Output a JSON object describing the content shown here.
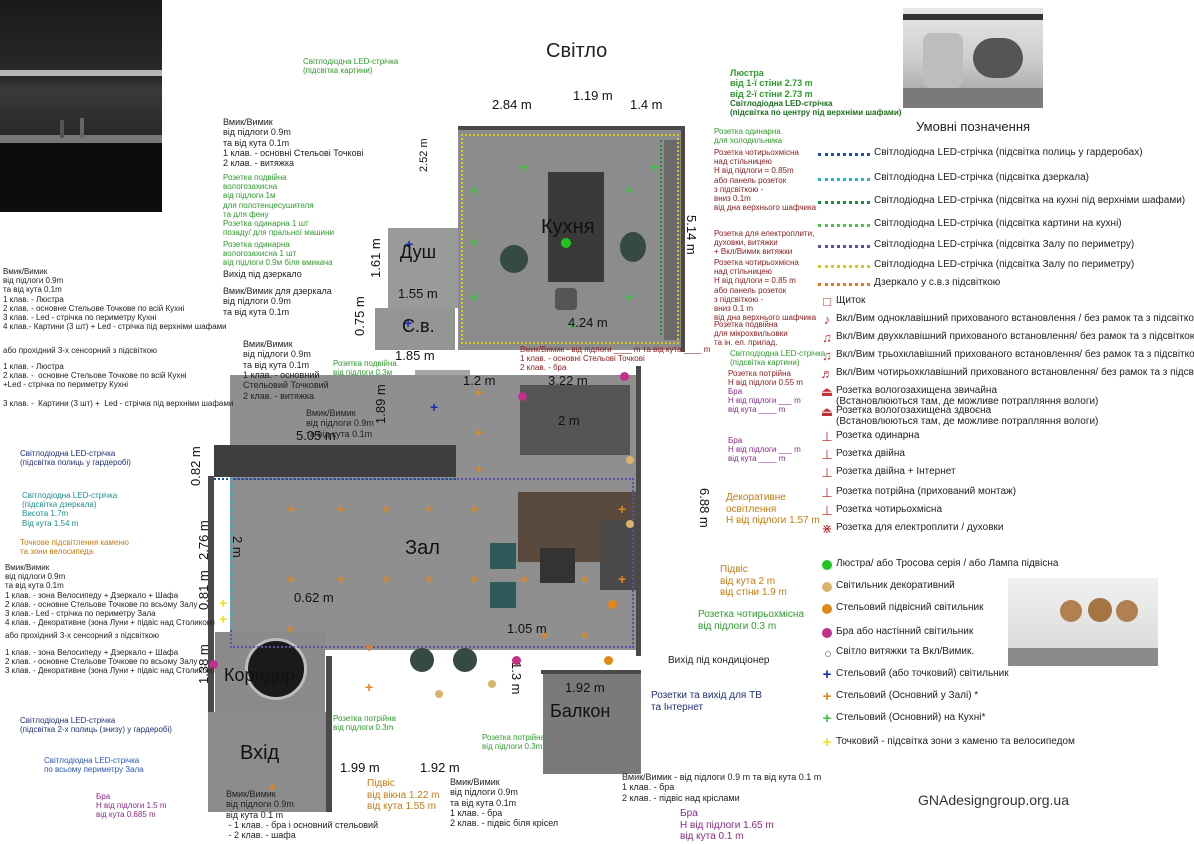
{
  "title": "Світло",
  "legend_title": "Умовні позначення",
  "website": "GNAdesigngroup.org.ua",
  "rooms": {
    "kitchen": "Кухня",
    "shower": "Душ",
    "wc": "С.в.",
    "hall": "Зал",
    "corridor": "Коридор",
    "entry": "Вхід",
    "balcony": "Балкон"
  },
  "dimensions": {
    "d284": "2.84 m",
    "d119": "1.19 m",
    "d14": "1.4 m",
    "d252": "2.52 m",
    "d514": "5.14 m",
    "d161": "1.61 m",
    "d155": "1.55 m",
    "d075": "0.75 m",
    "d185": "1.85 m",
    "d424": "4.24 m",
    "d12": "1.2 m",
    "d322": "3.22 m",
    "d189": "1.89 m",
    "d505": "5.05 m",
    "d2m": "2 m",
    "d082": "0.82 m",
    "d276": "2.76 m",
    "d688": "6.88 m",
    "d081": "0.81 m",
    "d062": "0.62 m",
    "d105": "1.05 m",
    "d138": "1.38 m",
    "d13": "1.3 m",
    "d192a": "1.92 m",
    "d199": "1.99 m",
    "d192b": "1.92 m",
    "d2m_hall": "2 m"
  },
  "annotations": {
    "led_kartyny": "Світлодіодна LED-стрічка\n(підсвітка картини)",
    "vmyk_kitchen": "Вмик/Вимик\nвід підлоги 0.9m\nта від кута 0.1m\n1 клав. - основні Стельові Точкові\n2 клав. - витяжка",
    "rozetka_rushnyk": "Розетка подвійна\nвологозахисна\nвід підлоги 1м\nдля полотенцесушителя\nта для фену",
    "rozetka_pralna": "Розетка одинарна 1 шт\nпозаду/ для пральної машини",
    "rozetka_bojler": "Розетка одинарна\nвологозахисна 1 шт\nвід підлоги 0.9м біля вмикача",
    "vykhid_dzerkalo": "Вихід під дзеркало",
    "vmyk_dzerkalo": "Вмик/Вимик для дзеркала\nвід підлоги 0.9m\nта від кута 0.1m",
    "left_switch": "Вмик/Вимик\nвід підлоги 0.9m\nта від кута 0.1m\n1 клав. - Люстра\n2 клав. - основне Стельове Точкове по всій Кухні\n3 клав. - Led - стрічка по периметру Кухні\n4 клав.- Картини (3 шт) + Led - стрічка під верхніми шафами",
    "left_or": "або прохідний 3-х сенсорний з підсвіткою",
    "left_alt": "1 клав. - Люстра\n2 клав. -  основне Стельове Точкове по всій Кухні\n+Led - стрічка по периметру Кухні\n\n3 клав. -  Картини (3 шт) +  Led - стрічка під верхніми шафами",
    "vmyk_sv": "Вмик/Вимик\nвід підлоги 0.9m\nта від кута 0.1m\n1 клав. - основний\nСтельовий Точковий\n2 клав. - витяжка",
    "rozetka_potr": "Розетка подвійна\nвід підлоги 0.3м",
    "vmyk_sv2": "Вмик/Вимик\nвід підлоги 0.9m\nта від кута 0.1m",
    "liustra": "Люстра\nвід 1-ї стіни 2.73 m\nвід 2-ї стіни 2.73 m",
    "led_shafy": "Світлодіодна LED-стрічка\n(підсвітка по центру під верхніми шафами)",
    "rozetka_kholod": "Розетка одинарна\nдля холодильника",
    "rozetka_4x_1": "Розетка чотирьохмісна\nнад стільницею\nН від підлоги = 0.85m\nабо панель розеток\nз підсвіткою -\nвниз 0.1m\nвід дна верхнього шафчика",
    "rozetka_plyta": "Розетка для електроплити,\nдуховки, витяжки\n+ Вкл/Вимик витяжки",
    "rozetka_4x_2": "Розетка чотирьохмісна\nнад стільницею\nН від підлоги = 0.85 m\nабо панель розеток\nз підсвіткою -\nвниз 0.1 m\nвід дна верхнього шафчика",
    "rozetka_mikro": "Розетка подвійна\nдля мікрохвильовки\nта ін. ел. прилад.",
    "vmyk_center": "Вмик/Вимик - від підлоги ____ m та від кута ____ m\n1 клав. - основні Стельові Точкові\n2 клав. - бра",
    "led_kart2": "Світлодіодна LED-стрічка\n(підсвітка картини)",
    "rozetka_3x": "Розетка потрійна\nН від підлоги 0.55 m",
    "bra1": "Бра\nН від підлоги ___ m\nвід кута ____ m",
    "bra2": "Бра\nН від підлоги ___ m\nвід кута ____ m",
    "dekor": "Декоративне\nосвітлення\nН від підлоги 1.57 m",
    "pidvis": "Підвіс\nвід кута 2 m\nвід стіни 1.9 m",
    "rozetka_4x_hall": "Розетка чотирьохмісна\nвід підлоги 0.3 m",
    "kondytsioner": "Вихід під кондиціонер",
    "rozetky_tv": "Розетки та вихід для ТВ\nта Інтернет",
    "vmyk_balkon": "Вмик/Вимик - від підлоги 0.9 m та від кута 0.1 m\n1 клав. - бра\n2 клав. - підвіс над кріслами",
    "bra_bottom": "Бра\nН від підлоги 1.65 m\nвід кута 0.1 m",
    "vmyk_bottom2": "Вмик/Вимик\nвід підлоги 0.9m\nта від кута 0.1m\n1 клав. - бра\n2 клав. - підвіс біля крісел",
    "pidvis_vikno": "Підвіс\nвід вікна 1.22 m\nвід кута 1.55 m",
    "vmyk_entry": "Вмик/Вимик\nвід підлоги 0.9m\nвід кута 0.1 m\n - 1 клав. - бра і основний стельовий\n - 2 клав. - шафа",
    "bra_entry": "Бра\nН від підлоги 1.5 m\nвід кута 0.685 m",
    "rozetka_potr2": "Розетка потрійна\nвід підлоги 0.3m",
    "rozetka_potr3": "Розетка потрійна\nвід підлоги 0.3m",
    "led_polyts_2": "Світлодіодна LED-стрічка\n(підсвітка 2-х полиць (знизу) у гардеробі)",
    "led_perym_zal": "Світлодіодна LED-стрічка\nпо всьому периметру Зала",
    "led_polyts": "Світлодіодна LED-стрічка\n(підсвітка полиць у гардеробі)",
    "led_dzerkala": "Світлодіодна LED-стрічка\n(підсвітка дзеркала)\nВисота 1.7m\nВід кута 1.54 m",
    "tochkove_kamin": "Точкове підсвітлення каменю\nта зони велосипеда",
    "hall_switch": "Вмик/Вимик\nвід підлоги 0.9m\nта від кута 0.1m\n1 клав. - зона Велосипеду + Дзеркало + Шафа\n2 клав. - основне Стельове Точкове по всьому Залу\n3 клав.- Led - стрічка по периметру Зала\n4 клав. - Декоративне (зона Луни + підвіс над Столиком)",
    "hall_or": "або прохідний 3-х сенсорний з підсвіткою",
    "hall_alt": "1 клав. - зона Велосипеду + Дзеркало + Шафа\n2 клав. - основне Стельове Точкове по всьому Залу\n3 клав. - Декоративне (зона Луни + підвіс над Столиком)"
  },
  "legend": [
    {
      "kind": "line",
      "color": "#1e4fa8",
      "text": "Світлодіодна LED-стрічка (підсвітка полиць у гардеробах)"
    },
    {
      "kind": "line",
      "color": "#26b6c8",
      "text": "Світлодіодна LED-стрічка (підсвітка дзеркала)"
    },
    {
      "kind": "line",
      "color": "#1f8f3a",
      "text": "Світлодіодна LED-стрічка (підсвітка на кухні під верхніми шафами)"
    },
    {
      "kind": "line",
      "color": "#4cc24c",
      "text": "Світлодіодна LED-стрічка (підсвітка картини на кухні)"
    },
    {
      "kind": "line",
      "color": "#5b4fa8",
      "text": "Світлодіодна LED-стрічка (підсвітка Залу по периметру)"
    },
    {
      "kind": "line",
      "color": "#d8c81a",
      "text": "Світлодіодна LED-стрічка (підсвітка Залу по периметру)"
    },
    {
      "kind": "line",
      "color": "#e07a1a",
      "text": "Дзеркало у с.в.з підсвіткою"
    },
    {
      "kind": "sym",
      "glyph": "□",
      "color": "#c03030",
      "text": "Щиток"
    },
    {
      "kind": "sym",
      "glyph": "♪",
      "color": "#c03030",
      "text": "Вкл/Вим одноклавішний прихованого встановлення / без рамок та з підсвіткою"
    },
    {
      "kind": "sym",
      "glyph": "♫",
      "color": "#c03030",
      "text": "Вкл/Вим двухклавішний прихованого встановлення/ без рамок та з підсвіткою"
    },
    {
      "kind": "sym",
      "glyph": "♫",
      "color": "#c03030",
      "text": "Вкл/Вим трьохклавішний прихованого встановлення/ без рамок та з підсвіткою"
    },
    {
      "kind": "sym",
      "glyph": "♬",
      "color": "#c03030",
      "text": "Вкл/Вим чотирьохклавішний прихованого встановлення/ без рамок та з підсвіткою"
    },
    {
      "kind": "sym2",
      "glyph": "⏏",
      "color": "#c03030",
      "text": "Розетка вологозахищена звичайна\n(Встановлюються там, де можливе потрапляння вологи)"
    },
    {
      "kind": "sym2",
      "glyph": "⏏",
      "color": "#c03030",
      "text": "Розетка вологозахищена здвоєна\n(Встановлюються там, де можливе потрапляння вологи)"
    },
    {
      "kind": "sym",
      "glyph": "⊥",
      "color": "#c03030",
      "text": "Розетка одинарна"
    },
    {
      "kind": "sym",
      "glyph": "⊥",
      "color": "#c03030",
      "text": "Розетка двійна"
    },
    {
      "kind": "sym",
      "glyph": "⊥",
      "color": "#c03030",
      "text": "Розетка двійна + Інтернет"
    },
    {
      "kind": "sym",
      "glyph": "⊥",
      "color": "#c03030",
      "text": "Розетка потрійна (прихований монтаж)"
    },
    {
      "kind": "sym",
      "glyph": "⊥",
      "color": "#c03030",
      "text": "Розетка чотирьохмісна"
    },
    {
      "kind": "sym",
      "glyph": "⋇",
      "color": "#c03030",
      "text": "Розетка для електроплити / духовки"
    },
    {
      "kind": "dot",
      "color": "#1fc41f",
      "text": "Люстра/ або Тросова серія / або Лампа підвісна"
    },
    {
      "kind": "dot",
      "color": "#d9b46a",
      "text": "Світильник декоративний"
    },
    {
      "kind": "dot",
      "color": "#e2871a",
      "text": "Стельовий підвісний світильник"
    },
    {
      "kind": "dotx",
      "color": "#c2308a",
      "text": "Бра або настінний світильник"
    },
    {
      "kind": "small",
      "color": "#999999",
      "text": "Світло витяжки та Вкл/Вимик."
    },
    {
      "kind": "plus",
      "color": "#1a2fb0",
      "text": "Стельовий (або точковий) світильник"
    },
    {
      "kind": "plus",
      "color": "#e2871a",
      "text": "Стельовий (Основний у Залі) *"
    },
    {
      "kind": "plus",
      "color": "#3cc43c",
      "text": "Стельовий (Основний) на Кухні*"
    },
    {
      "kind": "plus",
      "color": "#f2e21a",
      "text": "Точковий - підсвітка зони з каменю та велосипедом"
    }
  ]
}
